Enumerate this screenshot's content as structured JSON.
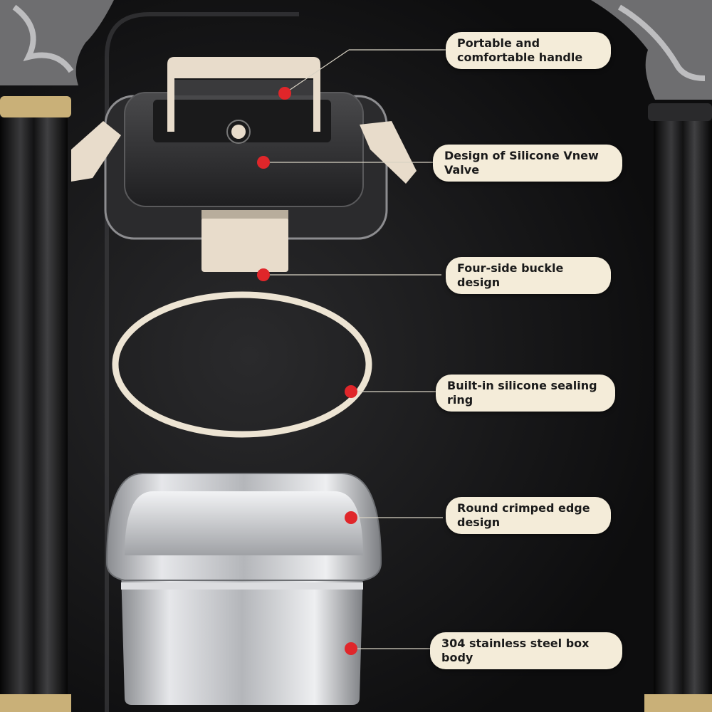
{
  "callouts": [
    {
      "text": "Portable and comfortable handle",
      "icon": "handle-marker"
    },
    {
      "text": "Design of Silicone Vnew Valve",
      "icon": "valve-marker"
    },
    {
      "text": "Four-side buckle design",
      "icon": "buckle-marker"
    },
    {
      "text": "Built-in silicone sealing ring",
      "icon": "ring-marker"
    },
    {
      "text": "Round crimped edge design",
      "icon": "edge-marker"
    },
    {
      "text": "304 stainless steel box body",
      "icon": "body-marker"
    }
  ],
  "colors": {
    "background": "#0d0d0e",
    "callout_fill": "#f4ecd9",
    "marker": "#e0262a",
    "lid_beige": "#e8dccb",
    "steel": "#c9cbcf"
  }
}
